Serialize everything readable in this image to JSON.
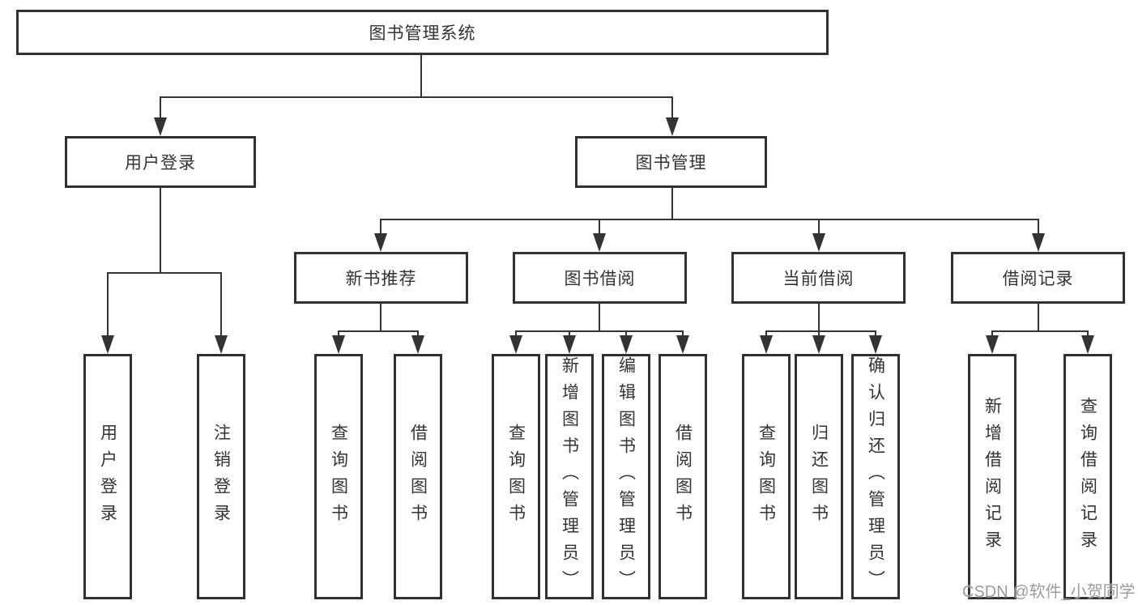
{
  "diagram": {
    "root": {
      "label": "图书管理系统"
    },
    "level2": [
      {
        "label": "用户登录",
        "parent": "图书管理系统"
      },
      {
        "label": "图书管理",
        "parent": "图书管理系统"
      }
    ],
    "level3": [
      {
        "label": "新书推荐",
        "parent": "图书管理"
      },
      {
        "label": "图书借阅",
        "parent": "图书管理"
      },
      {
        "label": "当前借阅",
        "parent": "图书管理"
      },
      {
        "label": "借阅记录",
        "parent": "图书管理"
      }
    ],
    "leaves": [
      {
        "label": "用户登录",
        "parent": "用户登录"
      },
      {
        "label": "注销登录",
        "parent": "用户登录"
      },
      {
        "label": "查询图书",
        "parent": "新书推荐"
      },
      {
        "label": "借阅图书",
        "parent": "新书推荐"
      },
      {
        "label": "查询图书",
        "parent": "图书借阅"
      },
      {
        "label": "新增图书（管理员）",
        "parent": "图书借阅"
      },
      {
        "label": "编辑图书（管理员）",
        "parent": "图书借阅"
      },
      {
        "label": "借阅图书",
        "parent": "图书借阅"
      },
      {
        "label": "查询图书",
        "parent": "当前借阅"
      },
      {
        "label": "归还图书",
        "parent": "当前借阅"
      },
      {
        "label": "确认归还（管理员）",
        "parent": "当前借阅"
      },
      {
        "label": "新增借阅记录",
        "parent": "借阅记录"
      },
      {
        "label": "查询借阅记录",
        "parent": "借阅记录"
      }
    ],
    "colors": {
      "line": "#333333",
      "box_border": "#313131",
      "box_fill": "#ffffff",
      "text": "#333333",
      "watermark": "#949494"
    }
  },
  "watermark": {
    "text": "CSDN @软件_小贺同学"
  }
}
